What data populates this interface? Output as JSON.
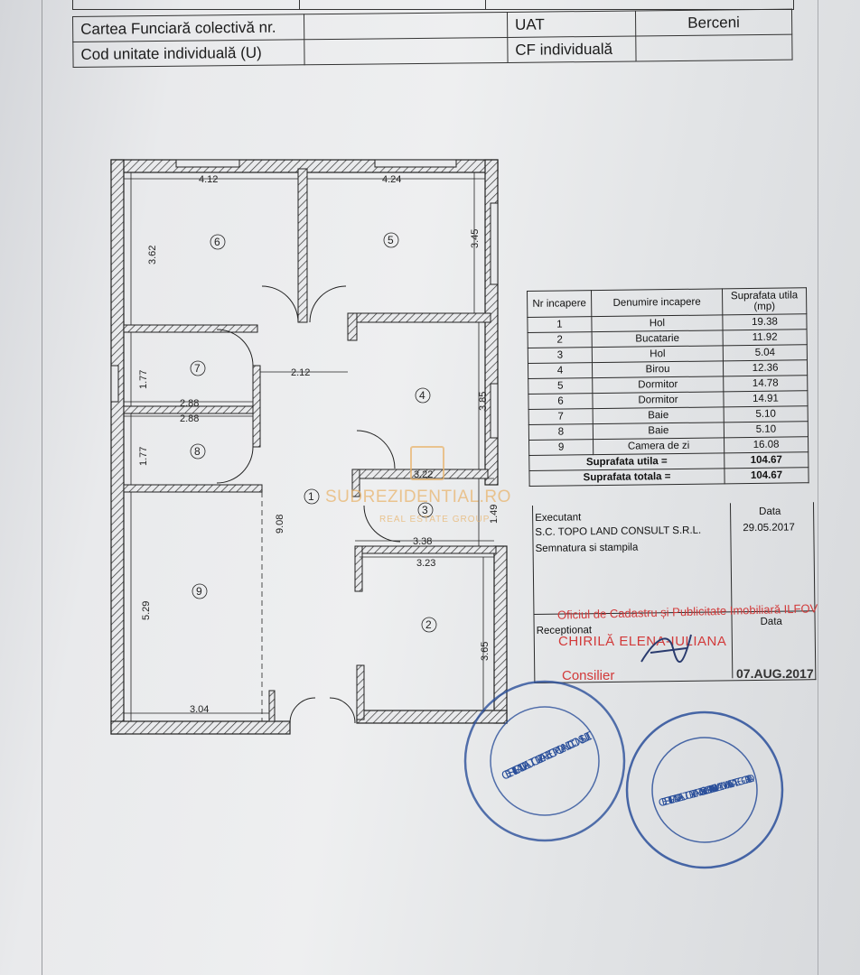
{
  "header": {
    "row1_label": "Cartea Funciară colectivă nr.",
    "row1_uat_label": "UAT",
    "row1_uat_value": "Berceni",
    "row2_label": "Cod unitate individuală (U)",
    "row2_cf_label": "CF individuală"
  },
  "plan": {
    "dims": {
      "d_4_12": "4.12",
      "d_4_24": "4.24",
      "d_3_62": "3.62",
      "d_3_45": "3.45",
      "d_1_77a": "1.77",
      "d_2_12": "2.12",
      "d_3_85": "3.85",
      "d_2_88a": "2.88",
      "d_2_88b": "2.88",
      "d_1_77b": "1.77",
      "d_3_22": "3.22",
      "d_9_08": "9.08",
      "d_1_49": "1.49",
      "d_3_38": "3.38",
      "d_3_23": "3.23",
      "d_5_29": "5.29",
      "d_3_65": "3.65",
      "d_3_04": "3.04"
    },
    "room_numbers": [
      "1",
      "2",
      "3",
      "4",
      "5",
      "6",
      "7",
      "8",
      "9"
    ]
  },
  "rooms_table": {
    "col_nr": "Nr incapere",
    "col_name": "Denumire incapere",
    "col_area": "Suprafata utila (mp)",
    "rows": [
      {
        "nr": "1",
        "name": "Hol",
        "area": "19.38"
      },
      {
        "nr": "2",
        "name": "Bucatarie",
        "area": "11.92"
      },
      {
        "nr": "3",
        "name": "Hol",
        "area": "5.04"
      },
      {
        "nr": "4",
        "name": "Birou",
        "area": "12.36"
      },
      {
        "nr": "5",
        "name": "Dormitor",
        "area": "14.78"
      },
      {
        "nr": "6",
        "name": "Dormitor",
        "area": "14.91"
      },
      {
        "nr": "7",
        "name": "Baie",
        "area": "5.10"
      },
      {
        "nr": "8",
        "name": "Baie",
        "area": "5.10"
      },
      {
        "nr": "9",
        "name": "Camera de zi",
        "area": "16.08"
      }
    ],
    "total_useful_label": "Suprafata utila =",
    "total_useful_value": "104.67",
    "total_label": "Suprafata totala =",
    "total_value": "104.67"
  },
  "executant": {
    "label": "Executant",
    "company": "S.C. TOPO LAND CONSULT S.R.L.",
    "sign_label": "Semnatura si stampila",
    "date_label": "Data",
    "date_value": "29.05.2017",
    "received_label": "Receptionat",
    "received_date_label": "Data"
  },
  "stamp": {
    "office": "Oficiul de Cadastru și Publicitate Imobiliară ILFOV",
    "name": "CHIRILĂ ELENA-IULIANA",
    "role": "Consilier",
    "date": "07.AUG.2017",
    "seal1": "CERTIFICAT DE AUTORIZARE TOPO LAND CONSULT",
    "seal2": "CERTIFICAT DE AUTORIZARE Seria RO-B-F Nr. 1469 VLAD MIHAIL CATEGORIA D"
  },
  "watermark": {
    "text": "SUDREZIDENTIAL.RO",
    "subtext": "REAL ESTATE GROUP"
  },
  "colors": {
    "ink": "#1c1c1c",
    "stamp_red": "#d23a3a",
    "seal_blue": "#2a4f9a",
    "watermark": "#e8b46e"
  }
}
